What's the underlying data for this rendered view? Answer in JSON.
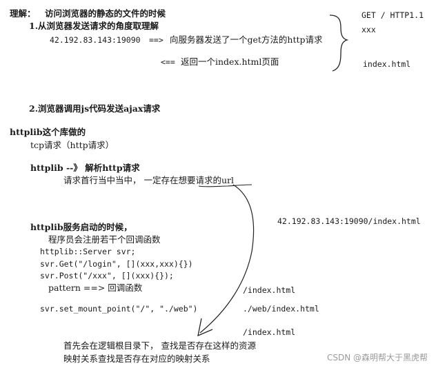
{
  "heading": {
    "label": "理解：",
    "title": "访问浏览器的静态的文件的时候"
  },
  "section1": {
    "title": "1.从浏览器发送请求的角度取理解",
    "address": "42.192.83.143:19090",
    "arrow_right": "==>",
    "request_text": "向服务器发送了一个get方法的http请求",
    "arrow_left": "<==",
    "response_text": "返回一个index.html页面"
  },
  "request_box": {
    "line1": "GET / HTTP1.1",
    "line2": "xxx",
    "line3": "index.html"
  },
  "section2": {
    "title": "2.浏览器调用js代码发送ajax请求"
  },
  "httplib": {
    "intro": "httplib这个库做的",
    "tcp": "tcp请求（http请求）",
    "parse_line": "httplib --》 解析http请求",
    "request_first_line": "请求首行当中当中， 一定存在想要请求的url",
    "full_url": "42.192.83.143:19090/index.html",
    "startup": "httplib服务启动的时候，",
    "register": "程序员会注册若干个回调函数"
  },
  "code": {
    "line1": "httplib::Server svr;",
    "line2": "svr.Get(\"/login\", [](xxx,xxx){})",
    "line3": "svr.Post(\"/xxx\", [](xxx){});",
    "line4": "pattern ==> 回调函数",
    "line5": "svr.set_mount_point(\"/\", \"./web\")"
  },
  "paths": {
    "p1": "/index.html",
    "p2": "./web/index.html",
    "p3": "/index.html"
  },
  "footer": {
    "line1": "首先会在逻辑根目录下， 查找是否存在这样的资源",
    "line2": "映射关系查找是否存在对应的映射关系"
  },
  "watermark": {
    "text": "CSDN @森明帮大于黑虎帮"
  },
  "colors": {
    "text": "#1a1a1a",
    "stroke": "#222222",
    "watermark": "#9a9a9a"
  }
}
